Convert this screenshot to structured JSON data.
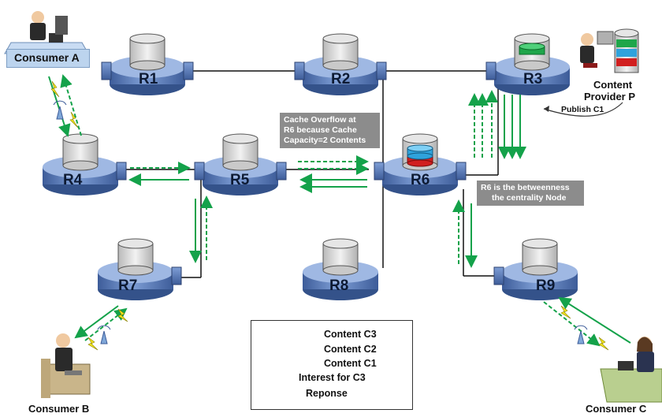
{
  "routers": [
    {
      "id": "R1",
      "label": "R1"
    },
    {
      "id": "R2",
      "label": "R2"
    },
    {
      "id": "R3",
      "label": "R3"
    },
    {
      "id": "R4",
      "label": "R4"
    },
    {
      "id": "R5",
      "label": "R5"
    },
    {
      "id": "R6",
      "label": "R6"
    },
    {
      "id": "R7",
      "label": "R7"
    },
    {
      "id": "R8",
      "label": "R8"
    },
    {
      "id": "R9",
      "label": "R9"
    }
  ],
  "consumers": {
    "a": "Consumer A",
    "b": "Consumer B",
    "c": "Consumer C"
  },
  "provider": {
    "line1": "Content",
    "line2": "Provider P",
    "publish": "Publish C1"
  },
  "callouts": {
    "overflow_line1": "Cache Overflow at",
    "overflow_line2": "R6 because Cache",
    "overflow_line3": "Capacity=2 Contents",
    "centrality_line1": "R6 is the betweenness",
    "centrality_line2": "the centrality Node"
  },
  "legend": {
    "c3": "Content C3",
    "c2": "Content C2",
    "c1": "Content C1",
    "interest": "Interest for C3",
    "response": "Reponse"
  },
  "colors": {
    "content_c3": "#1fa64a",
    "content_c2": "#2fa3dc",
    "content_c1": "#d11f1f",
    "arrow": "#14a24a",
    "router": "#5b7fbf"
  }
}
